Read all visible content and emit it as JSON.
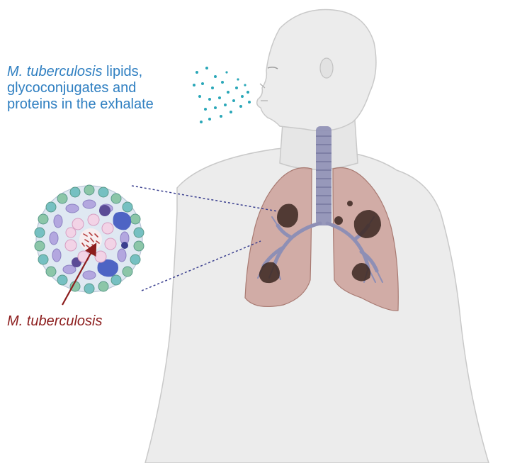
{
  "labels": {
    "exhalate_italic": "M. tuberculosis",
    "exhalate_rest_1": " lipids,",
    "exhalate_line_2": "glycoconjugates and",
    "exhalate_line_3": "proteins in the exhalate",
    "granuloma_pathogen": "M. tuberculosis"
  },
  "colors": {
    "exhalate_text": "#2f7fc1",
    "pathogen_text": "#8c1d1d",
    "body_fill": "#ececec",
    "body_outline": "#c9c9c9",
    "lung_fill": "#c99a92",
    "lesion": "#3f2a24",
    "airway": "#8e8fb5",
    "aerosol_dots": "#2aa7b8",
    "connector_line": "#3a3f8f"
  },
  "icons": {
    "aerosol": "aerosol-dots-icon",
    "lungs": "lungs-icon",
    "granuloma": "granuloma-icon",
    "arrow": "arrow-icon"
  }
}
